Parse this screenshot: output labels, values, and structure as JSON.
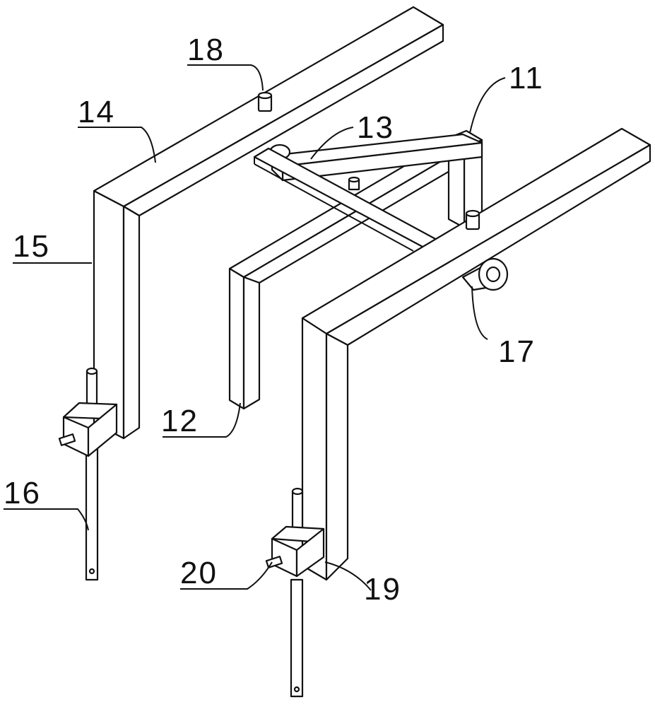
{
  "figure": {
    "labels": {
      "l11": "11",
      "l12": "12",
      "l13": "13",
      "l14": "14",
      "l15": "15",
      "l16": "16",
      "l17": "17",
      "l18": "18",
      "l19": "19",
      "l20": "20"
    }
  }
}
